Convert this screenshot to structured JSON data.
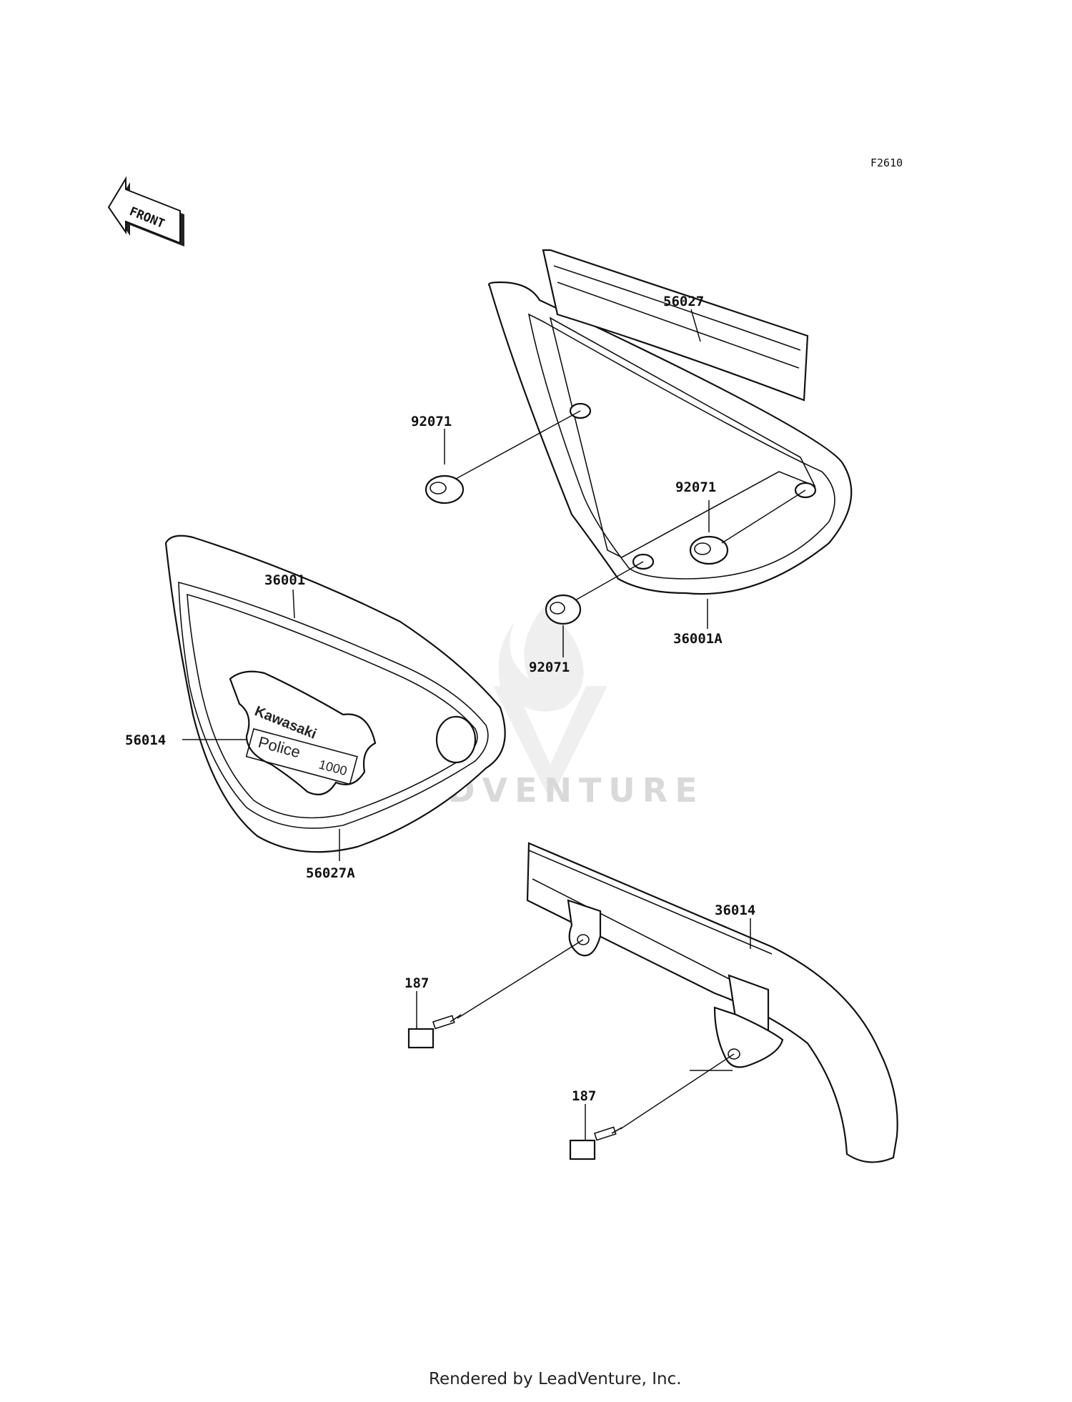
{
  "diagram": {
    "figure_code": "F2610",
    "front_arrow_text": "FRONT",
    "watermark": "LEADVENTURE",
    "emblem": {
      "brand": "Kawasaki",
      "model": "Police",
      "number": "1000"
    },
    "footer": "Rendered by LeadVenture, Inc.",
    "callouts": [
      {
        "id": "c-56027",
        "text": "56027"
      },
      {
        "id": "c-92071-a",
        "text": "92071"
      },
      {
        "id": "c-92071-b",
        "text": "92071"
      },
      {
        "id": "c-92071-c",
        "text": "92071"
      },
      {
        "id": "c-36001A",
        "text": "36001A"
      },
      {
        "id": "c-36001",
        "text": "36001"
      },
      {
        "id": "c-56014",
        "text": "56014"
      },
      {
        "id": "c-56027A",
        "text": "56027A"
      },
      {
        "id": "c-36014",
        "text": "36014"
      },
      {
        "id": "c-187-a",
        "text": "187"
      },
      {
        "id": "c-187-b",
        "text": "187"
      }
    ]
  }
}
